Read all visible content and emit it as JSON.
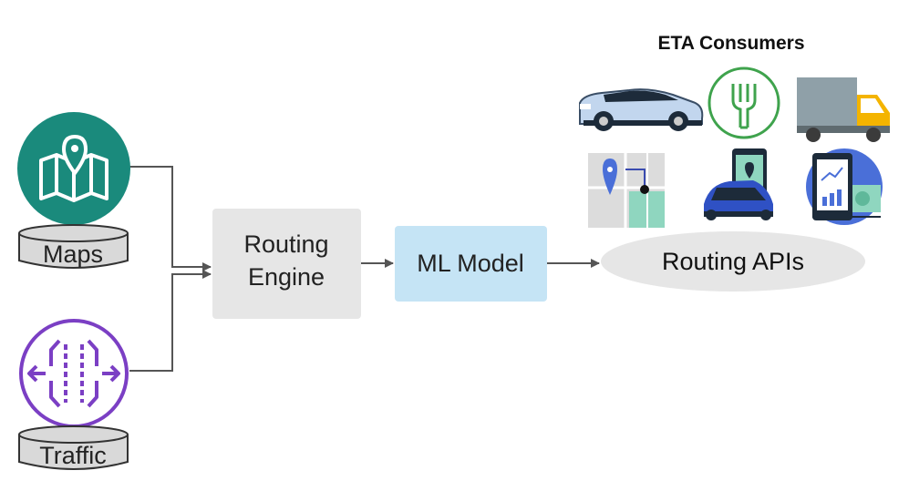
{
  "consumers": {
    "title": "ETA Consumers",
    "icons": [
      "car-icon",
      "food-delivery-icon",
      "truck-icon",
      "map-icon",
      "phone-ride-icon",
      "phone-analytics-icon"
    ]
  },
  "sources": {
    "maps": {
      "label": "Maps",
      "icon": "map-pin-icon",
      "color": "#1a8a7c"
    },
    "traffic": {
      "label": "Traffic",
      "icon": "traffic-flow-icon",
      "color": "#7b3fc4"
    }
  },
  "pipeline": {
    "routing_engine": {
      "line1": "Routing",
      "line2": "Engine",
      "color": "#e6e6e6"
    },
    "ml_model": {
      "label": "ML Model",
      "color": "#c5e4f5"
    },
    "routing_apis": {
      "label": "Routing APIs",
      "color": "#e6e6e6"
    }
  },
  "colors": {
    "connector": "#555555",
    "database": "#d9d9d9"
  }
}
